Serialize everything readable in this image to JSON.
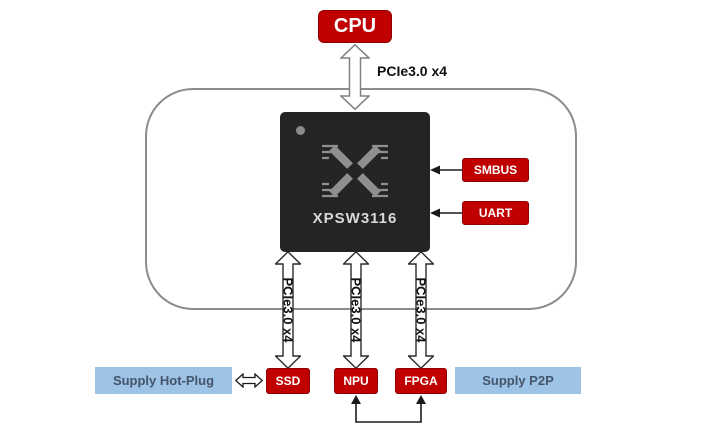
{
  "diagram": {
    "cpu": {
      "label": "CPU"
    },
    "uplink": {
      "label": "PCIe3.0 x4"
    },
    "chip": {
      "name": "XPSW3116"
    },
    "side_ports": [
      {
        "label": "SMBUS"
      },
      {
        "label": "UART"
      }
    ],
    "downlinks": [
      {
        "label": "PCIe3.0 x4",
        "device": "SSD"
      },
      {
        "label": "PCIe3.0 x4",
        "device": "NPU"
      },
      {
        "label": "PCIe3.0 x4",
        "device": "FPGA"
      }
    ],
    "supplies": {
      "left": "Supply Hot-Plug",
      "right": "Supply P2P"
    },
    "colors": {
      "accent_red": "#c00000",
      "supply_blue": "#9dc3e6",
      "supply_text": "#44546a",
      "chip_body": "#242424",
      "outline_gray": "#8c8c8c"
    }
  }
}
